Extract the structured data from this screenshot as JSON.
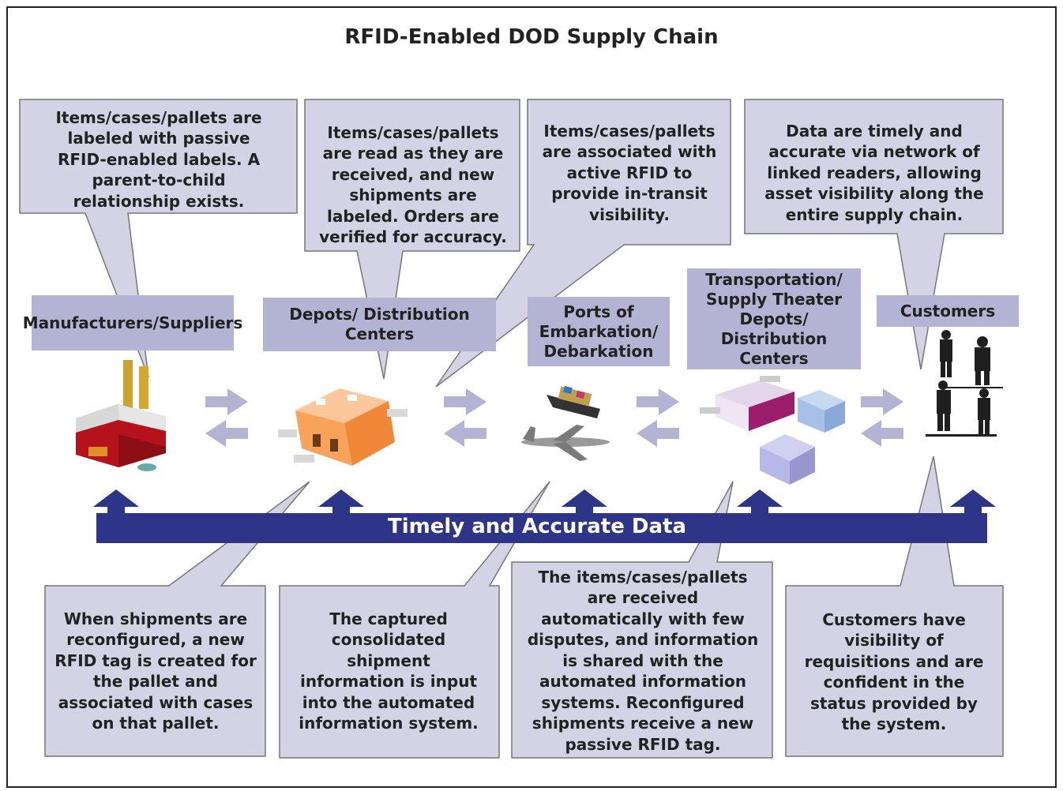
{
  "title": "RFID-Enabled DOD Supply Chain",
  "top_callouts": [
    "Items/cases/pallets are labeled with passive RFID-enabled labels. A parent-to-child relationship exists.",
    "Items/cases/pallets are read as they are received, and new shipments are labeled. Orders are verified for accuracy.",
    "Items/cases/pallets are associated with active RFID to provide in-transit visibility.",
    "Data are timely and accurate via network of linked readers, allowing asset visibility along the entire supply chain."
  ],
  "stages": [
    "Manufacturers/Suppliers",
    "Depots/ Distribution Centers",
    "Ports of Embarkation/ Debarkation",
    "Transportation/ Supply Theater Depots/ Distribution Centers",
    "Customers"
  ],
  "data_bus_label": "Timely and Accurate Data",
  "bottom_callouts": [
    "When shipments are reconfigured, a new RFID tag is created for the pallet and associated with cases on that pallet.",
    "The captured consolidated shipment information is input into the automated information system.",
    "The items/cases/pallets are received automatically with few disputes, and information is shared with the automated information systems. Reconfigured shipments receive a new passive RFID tag.",
    "Customers have visibility of requisitions and are confident in the status provided by the system."
  ],
  "icons": [
    "factory-icon",
    "warehouse-icon",
    "ship-icon",
    "airplane-icon",
    "distribution-center-icon",
    "customers-icon"
  ],
  "colors": {
    "callout_fill": "#d3d3e5",
    "stage_fill": "#b3b4d3",
    "bus_fill": "#2e3488",
    "arrow_fill": "#b3b4d3"
  }
}
